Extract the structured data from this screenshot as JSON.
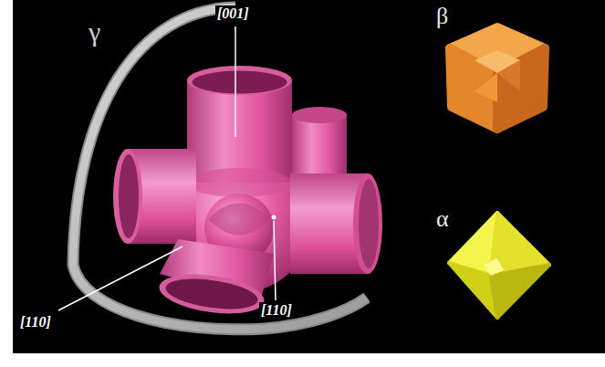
{
  "diagram": {
    "labels": [
      "γ",
      "[001]",
      "[110]",
      "[110]",
      "β",
      "α"
    ]
  }
}
